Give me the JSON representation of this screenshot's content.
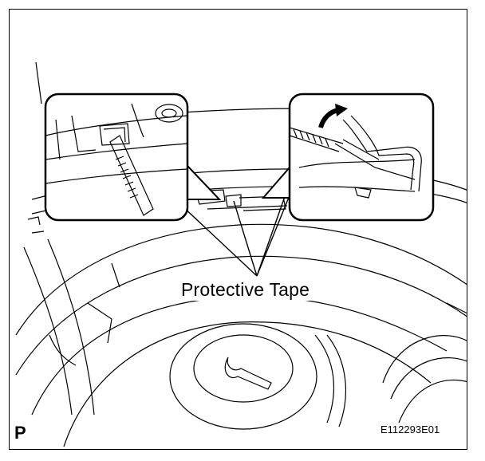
{
  "callout": {
    "label": "Protective Tape"
  },
  "corner": {
    "letter": "P"
  },
  "figure": {
    "code": "E112293E01"
  }
}
